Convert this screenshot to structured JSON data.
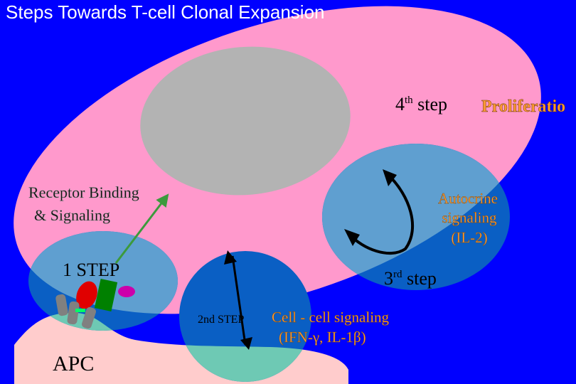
{
  "title": "Steps Towards T-cell Clonal Expansion",
  "labels": {
    "receptor_line1": "Receptor Binding",
    "receptor_line2": "& Signaling",
    "step1": "1 STEP",
    "step2": "2nd STEP",
    "step3_prefix": "3",
    "step3_sup": "rd",
    "step3_suffix": " step",
    "step4_prefix": "4",
    "step4_sup": "th",
    "step4_suffix": " step",
    "proliferation": "Proliferatio",
    "autocrine_line1": "Autocrine",
    "autocrine_line2": "signaling",
    "autocrine_line3": "(IL-2)",
    "cell_line1": "Cell - cell signaling",
    "cell_line2": "(IFN-γ, IL-1β)",
    "apc": "APC"
  },
  "colors": {
    "background": "#0000ff",
    "t_cell": "#ff99cc",
    "nucleus": "#b3b3b3",
    "apc": "#ffcccc",
    "step_circle": "#0a5fc4",
    "step_circle_overlap_pink": "#5f9fd0",
    "step_circle_overlap_apc": "#6ec9b4",
    "accent_text": "#ff9a33",
    "arrow_green": "#3c9a3c",
    "receptor_red": "#e00000",
    "receptor_green": "#008000",
    "ligand_magenta": "#cc00aa",
    "molecule_gray": "#808080"
  }
}
